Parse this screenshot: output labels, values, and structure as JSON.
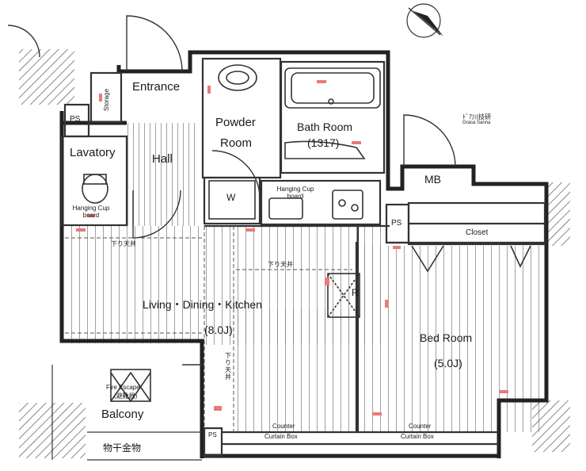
{
  "rooms": {
    "entrance": "Entrance",
    "storage": "Storage",
    "ps_top": "PS",
    "lavatory": "Lavatory",
    "hanging_cup_board_lav": "Hanging Cup board",
    "hall": "Hall",
    "powder": "Powder",
    "room": "Room",
    "bath_room": "Bath Room",
    "bath_size": "(1317)",
    "washer": "W",
    "hanging_cup_board_kitchen": "Hanging Cup board",
    "mb": "MB",
    "ps_right": "PS",
    "closet": "Closet",
    "ldk": "Living・Dining・Kitchen",
    "ldk_size": "(8.0J)",
    "refrigerator": "R",
    "bed_room": "Bed Room",
    "bed_size": "(5.0J)",
    "lowered_ceiling_1": "下り天井",
    "lowered_ceiling_2": "下り天井",
    "lowered_ceiling_3": "下り天井",
    "fire_escape": "Fire Escape",
    "fire_escape_jp": "(避難器)",
    "balcony": "Balcony",
    "drying_rack": "物干金物",
    "ps_bottom": "PS",
    "counter_left": "Counter",
    "curtain_box_left": "Curtain Box",
    "counter_right": "Counter",
    "curtain_box_right": "Curtain Box",
    "brand_label": "ﾄﾞｱ川技研",
    "brand_sub": "Grasa Sanna"
  },
  "colors": {
    "wall": "#222222",
    "line": "#333333",
    "floor": "#777777",
    "marker": "#e87a7a",
    "hatch": "#444444"
  },
  "icons": {
    "north": "north-arrow-icon"
  }
}
